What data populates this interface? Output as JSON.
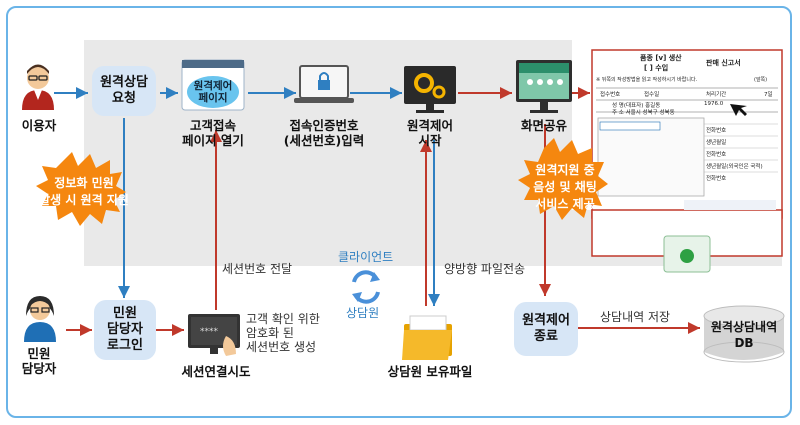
{
  "actors": {
    "user": "이용자",
    "agent": "민원\n담당자"
  },
  "boxes": {
    "remote_request": "원격상담\n요청",
    "agent_login": "민원\n담당자\n로그인",
    "remote_end": "원격제어\n종료"
  },
  "steps": {
    "open_page": "고객접속\n페이지 열기",
    "auth_input": "접속인증번호\n(세션번호)입력",
    "remote_start": "원격제어\n시작",
    "screen_share": "화면공유",
    "session_try": "세션연결시도",
    "agent_file": "상담원 보유파일"
  },
  "screen_text": "원격제어\n페이지",
  "bursts": {
    "left": "정보화 민원\n발생 시 원격 지원",
    "right": "원격지원 중\n음성 및 채팅\n서비스 제공"
  },
  "edge_labels": {
    "session_send": "세션번호 전달",
    "file_transfer": "양방향 파일전송",
    "save": "상담내역 저장",
    "encrypted": "고객 확인 위한\n암호화 된\n세션번호 생성"
  },
  "center": {
    "client": "클라이언트",
    "counselor": "상담원"
  },
  "db": {
    "name": "원격상담내역",
    "db": "DB"
  },
  "form": {
    "title": "판매 신고서",
    "header1": "품종 [v] 생산",
    "header2": "[ ] 수입",
    "note": "※ 뒤쪽의 작성방법을 읽고 작성하시기 바랍니다.",
    "side": "(앞쪽)",
    "col1": "접수번호",
    "col2": "접수일",
    "col3": "처리기간",
    "col4": "7일",
    "row1": "성 명(대표자) 홍길동",
    "row1b": "1976.0",
    "row2": "주 소 서울시 성북구 성북동",
    "fields": [
      "전화번호",
      "생년월일",
      "전화번호",
      "생년월일(외국인은 국적)",
      "전화번호"
    ]
  },
  "colors": {
    "box": "#d7e6f6",
    "frame": "#6ab4e8",
    "arrow_red": "#c0392b",
    "arrow_blue": "#2f7fc1",
    "burst": "#f5870f"
  }
}
